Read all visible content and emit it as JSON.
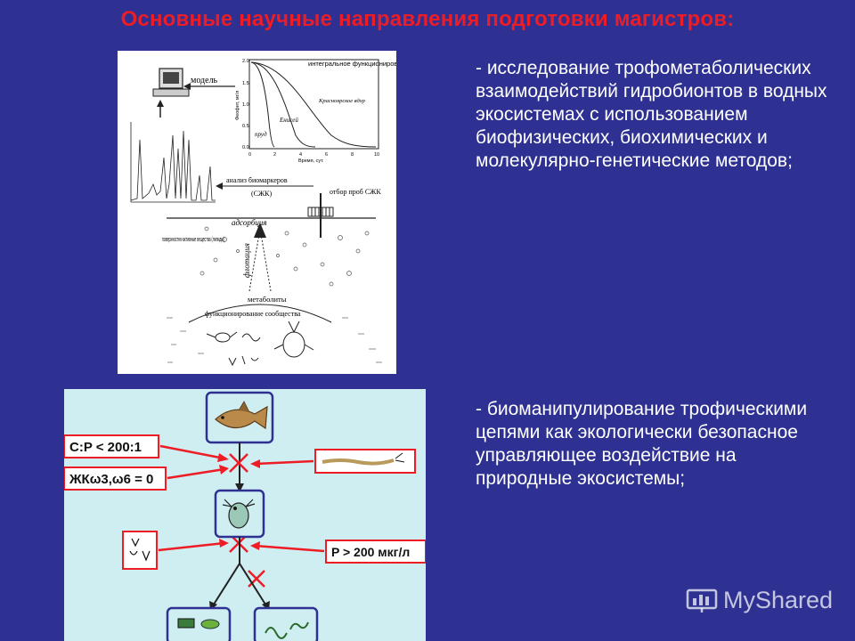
{
  "slide": {
    "title": "Основные научные направления подготовки магистров:",
    "text1": "- исследование трофометаболических взаимодействий гидробионтов в водных экосистемах с использованием биофизических, биохимических и молекулярно-генетические методов;",
    "text2": "- биоманипулирование трофическими цепями как экологически безопасное управляющее воздействие на природные экосистемы;",
    "accent_title_color": "#ee1c25",
    "background_color": "#2e3192"
  },
  "figure1": {
    "model_label": "модель",
    "curve_label1": "интегральное функционирование (самоочищение)",
    "curve_enisey": "Енисей",
    "curve_krasn": "Красноярское вдхр",
    "curve_prud": "пруд",
    "y_axis": "Феофит, мг/л",
    "x_axis": "Время, сут.",
    "y_ticks": [
      "2.0",
      "1.5",
      "1.0",
      "0.5",
      "0.0"
    ],
    "x_ticks": [
      "0",
      "2",
      "4",
      "6",
      "8",
      "10"
    ],
    "anal_label": "анализ биомаркеров",
    "szhk_label": "(СЖК)",
    "otbor_label": "отбор проб СЖК",
    "adsorb_label": "адсорбция",
    "flot_label": "флотация",
    "surf_label": "поверхностно-активные вещества (липиды)",
    "metab_label": "метаболиты",
    "func_label": "функционирование сообщества"
  },
  "figure2": {
    "box_cp": "C:P < 200:1",
    "box_zhk": "ЖКω3,ω6 = 0",
    "box_p": "P > 200 мкг/л"
  },
  "watermark": {
    "text": "MyShared",
    "icon": "presentation-icon"
  }
}
